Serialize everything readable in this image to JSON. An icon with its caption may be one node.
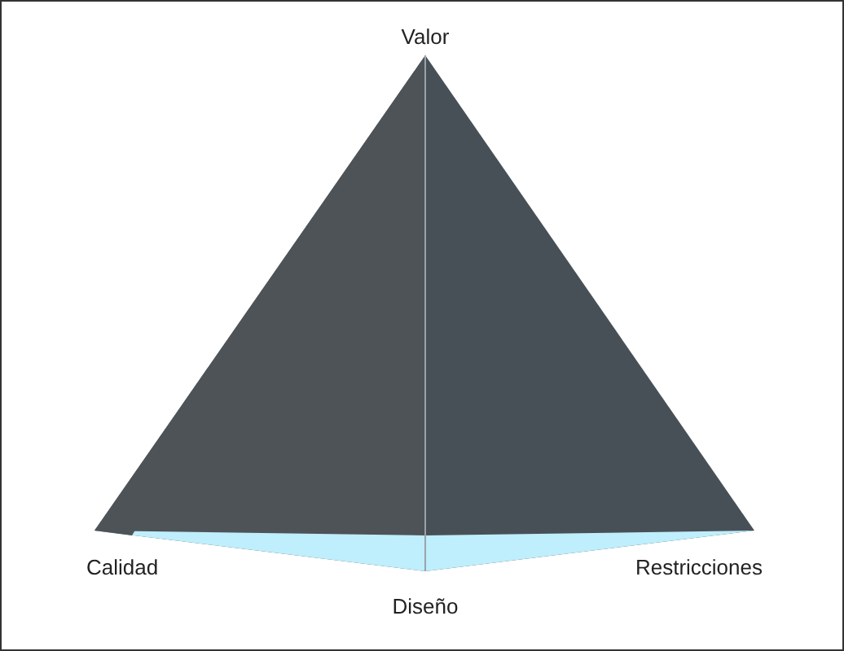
{
  "diagram": {
    "labels": [
      "Valor",
      "Calidad",
      "Diseño",
      "Restricciones"
    ]
  }
}
